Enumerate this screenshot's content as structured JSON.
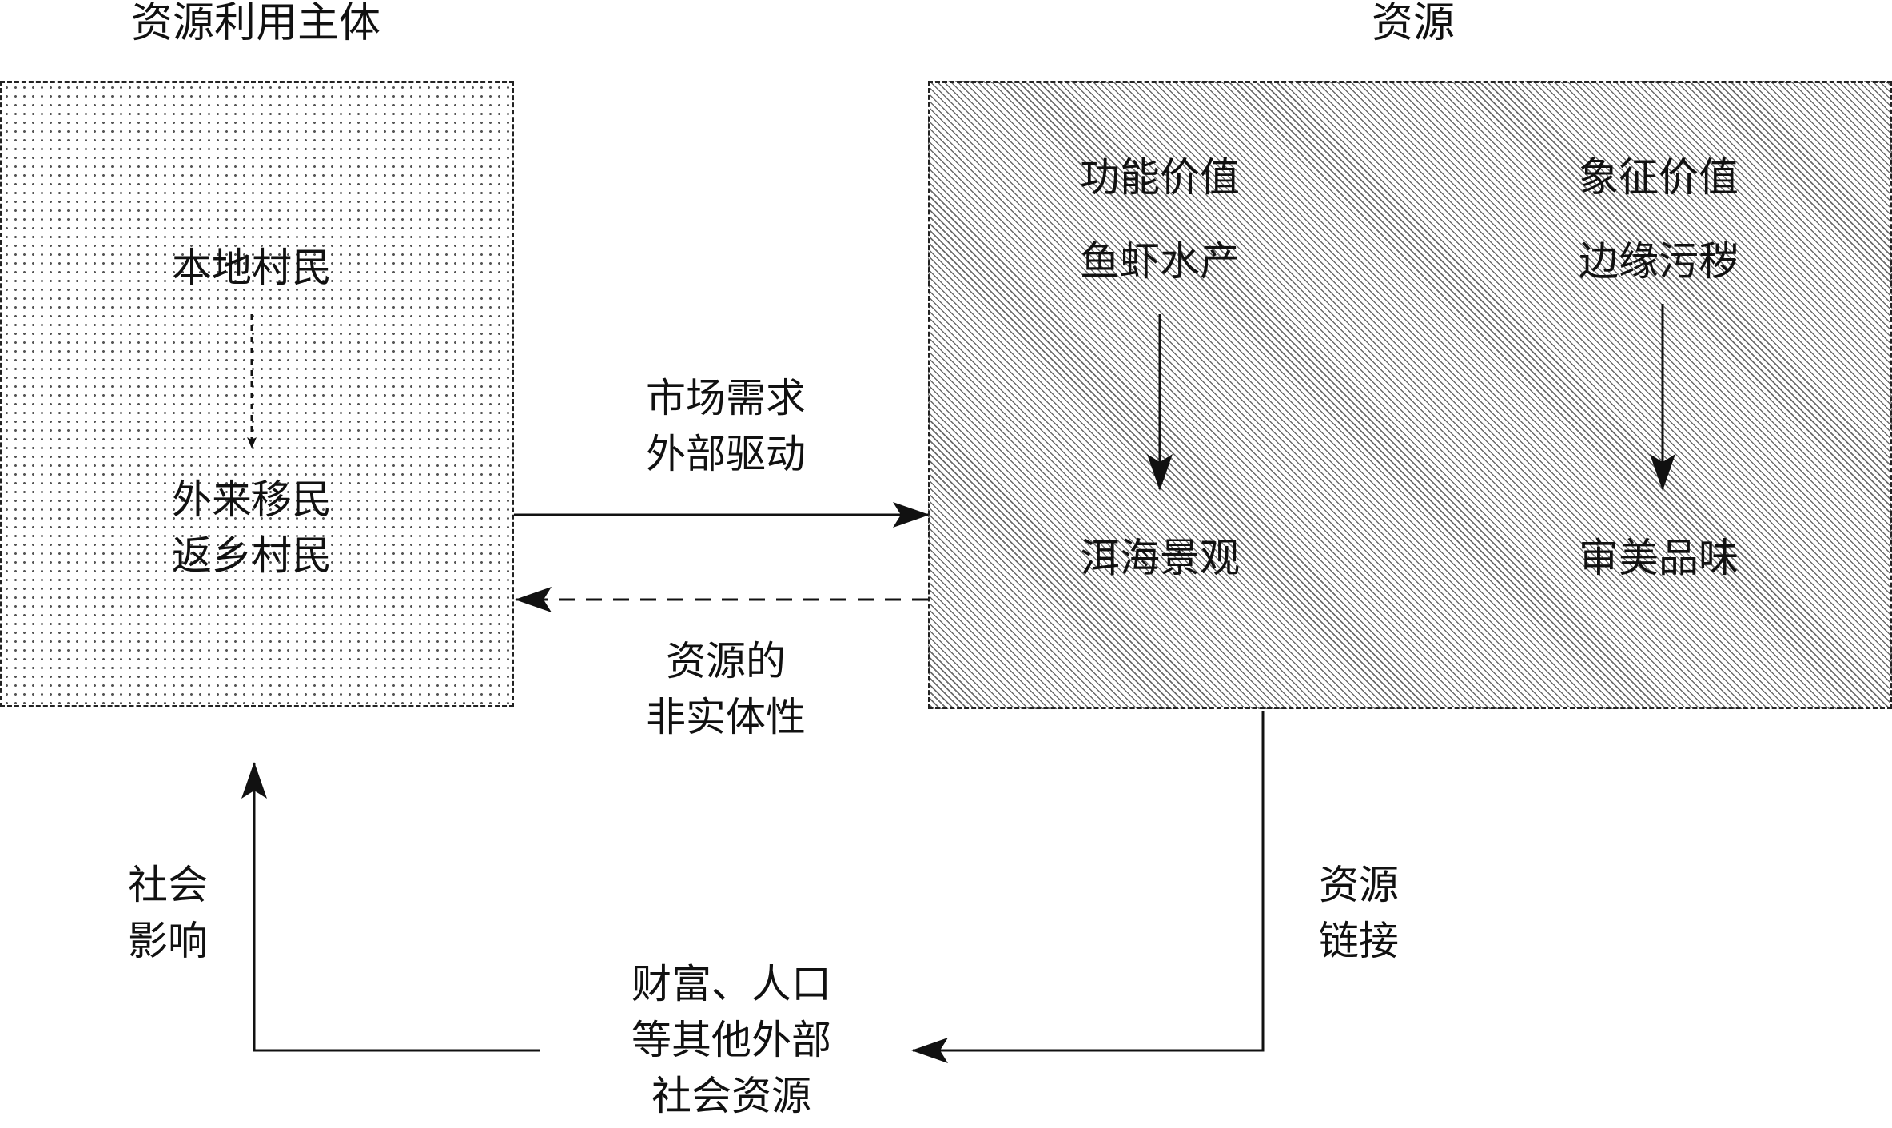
{
  "left_header": "资源利用主体",
  "right_header": "资源",
  "left_box": {
    "top_text": "本地村民",
    "bottom_lines": [
      "外来移民",
      "返乡村民"
    ]
  },
  "right_box": {
    "col1": {
      "value": "功能价值",
      "sub": "鱼虾水产",
      "result": "洱海景观"
    },
    "col2": {
      "value": "象征价值",
      "sub": "边缘污秽",
      "result": "审美品味"
    }
  },
  "arrow_top_label": [
    "市场需求",
    "外部驱动"
  ],
  "arrow_bottom_label": [
    "资源的",
    "非实体性"
  ],
  "link_label": [
    "资源",
    "链接"
  ],
  "social_resources_label": [
    "财富、人口",
    "等其他外部",
    "社会资源"
  ],
  "social_impact_label": [
    "社会",
    "影响"
  ]
}
